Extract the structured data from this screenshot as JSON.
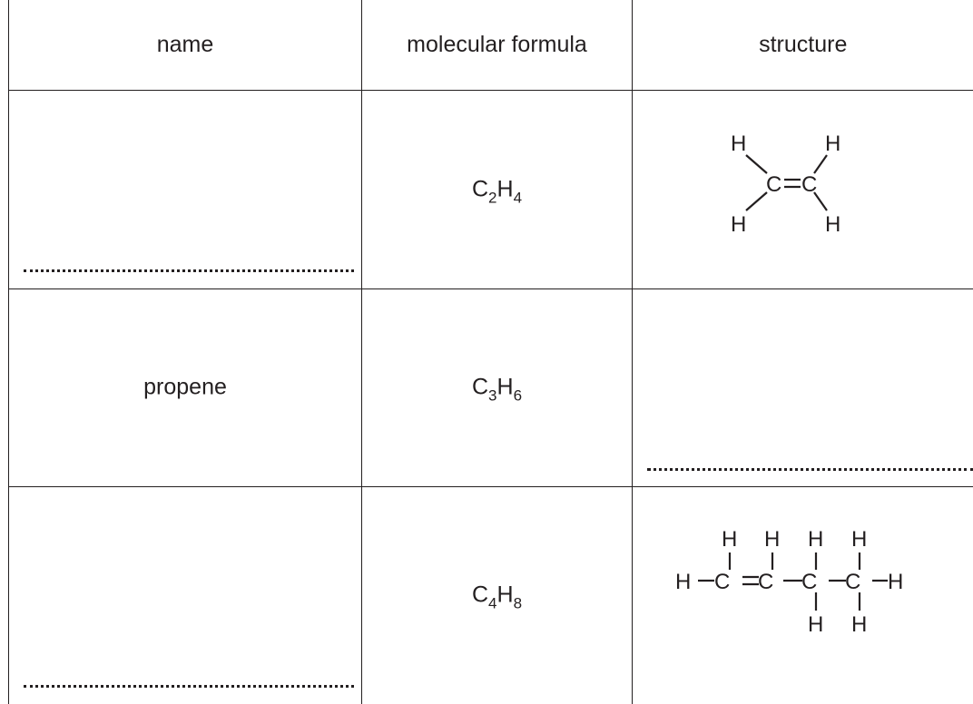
{
  "table": {
    "headers": [
      "name",
      "molecular formula",
      "structure"
    ],
    "rows": [
      {
        "name": "",
        "formula": {
          "c": "C",
          "c_count": "2",
          "h": "H",
          "h_count": "4"
        },
        "structure_atoms": {
          "carbon": "C",
          "hydrogen": "H"
        }
      },
      {
        "name": "propene",
        "formula": {
          "c": "C",
          "c_count": "3",
          "h": "H",
          "h_count": "6"
        },
        "structure_atoms": {}
      },
      {
        "name": "",
        "formula": {
          "c": "C",
          "c_count": "4",
          "h": "H",
          "h_count": "8"
        },
        "structure_atoms": {
          "carbon": "C",
          "hydrogen": "H"
        }
      }
    ]
  }
}
